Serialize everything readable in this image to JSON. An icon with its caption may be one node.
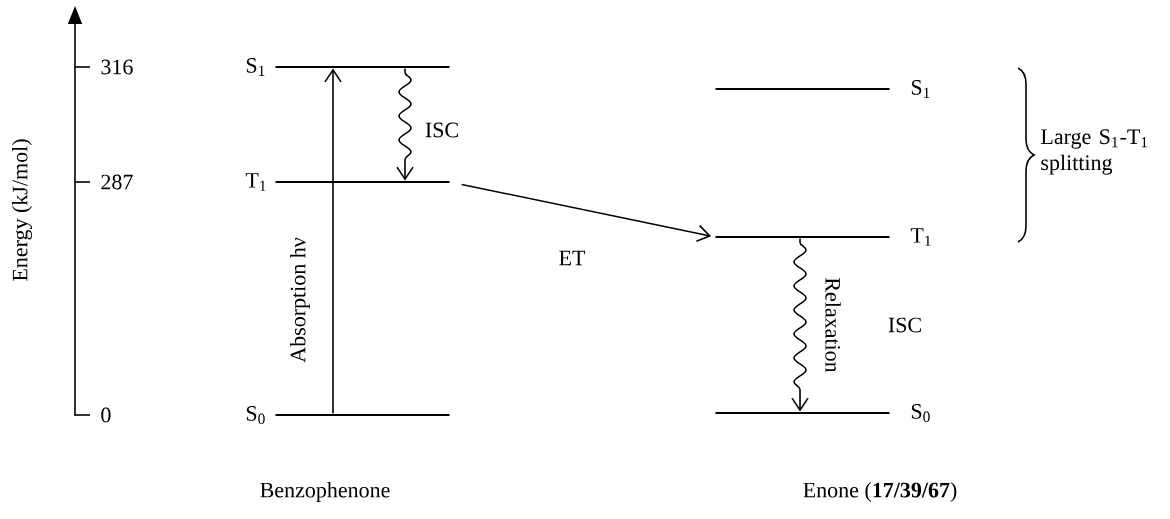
{
  "diagram": {
    "nodes": [
      {
        "text": [],
        "shape": "bar",
        "beside": [
          "S$_{1}$"
        ]
      },
      {
        "text": [],
        "shape": "bar",
        "beside": [
          "T$_{1}$"
        ]
      },
      {
        "text": [],
        "shape": "bar",
        "beside": [
          "S$_{0}$"
        ]
      },
      {
        "text": [],
        "shape": "bar",
        "beside": [
          "S$_{1}$"
        ]
      },
      {
        "text": [],
        "shape": "bar",
        "beside": [
          "T$_{1}$"
        ]
      },
      {
        "text": [],
        "shape": "bar",
        "beside": [
          "S$_{0}$"
        ]
      }
    ],
    "edges": [
      {
        "from": 2,
        "to": 0,
        "arrow": "to",
        "label": "Absorption hν"
      },
      {
        "from": 0,
        "to": 1,
        "arrow": "to",
        "label": "ISC"
      },
      {
        "from": 1,
        "to": 4,
        "arrow": "to",
        "label": "ET"
      },
      {
        "from": 4,
        "to": 5,
        "arrow": "to",
        "label": "Relaxation"
      }
    ],
    "labels": [
      "316",
      "287",
      "0",
      "Energy (kJ/mol)",
      "Large S$_{1}$-T$_{1}$ splitting",
      "ISC",
      "Benzophenone",
      "Enone (**17/39/67**)"
    ]
  }
}
